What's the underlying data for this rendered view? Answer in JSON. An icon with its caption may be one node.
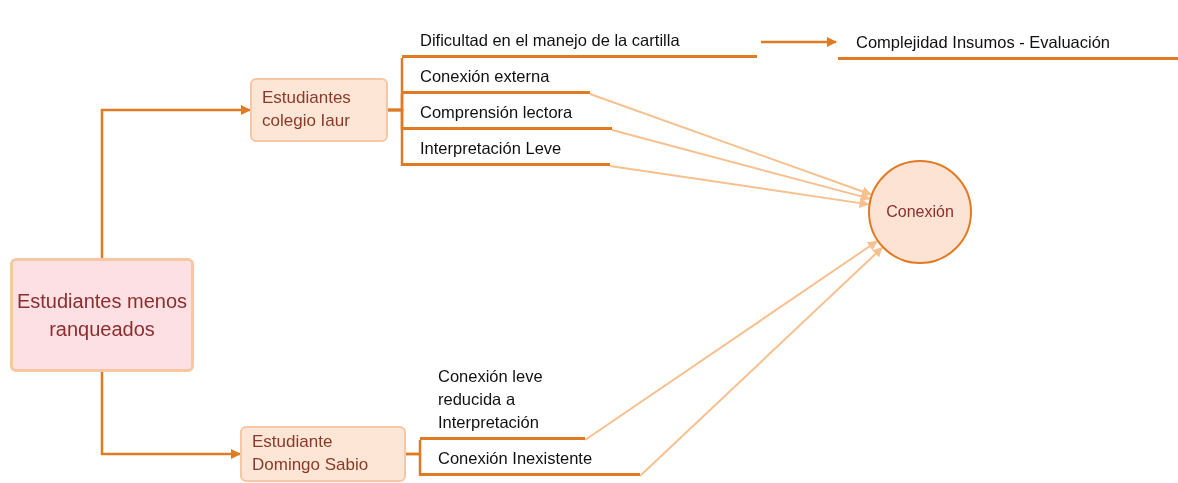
{
  "diagram": {
    "nodes": [
      {
        "text": [
          "Estudiantes menos ranqueados"
        ]
      },
      {
        "text": [
          "Estudiantes colegio Iaur"
        ]
      },
      {
        "text": [
          "Estudiante Domingo Sabio"
        ]
      },
      {
        "text": [
          "Dificultad en el manejo de la cartilla"
        ]
      },
      {
        "text": [
          "Conexión externa"
        ]
      },
      {
        "text": [
          "Comprensión lectora"
        ]
      },
      {
        "text": [
          "Interpretación Leve"
        ]
      },
      {
        "text": [
          "Complejidad Insumos - Evaluación"
        ]
      },
      {
        "text": [
          "Conexión"
        ]
      },
      {
        "text": [
          "Conexión leve reducida a Interpretación"
        ]
      },
      {
        "text": [
          "Conexión Inexistente"
        ]
      }
    ],
    "edges": [
      {
        "from": 0,
        "to": 1,
        "arrow": "to"
      },
      {
        "from": 0,
        "to": 2,
        "arrow": "to"
      },
      {
        "from": 1,
        "to": 3,
        "arrow": "none"
      },
      {
        "from": 1,
        "to": 4,
        "arrow": "none"
      },
      {
        "from": 1,
        "to": 5,
        "arrow": "none"
      },
      {
        "from": 1,
        "to": 6,
        "arrow": "none"
      },
      {
        "from": 3,
        "to": 7,
        "arrow": "to"
      },
      {
        "from": 4,
        "to": 8,
        "arrow": "to",
        "color": "#f7c08f"
      },
      {
        "from": 5,
        "to": 8,
        "arrow": "to",
        "color": "#f7c08f"
      },
      {
        "from": 6,
        "to": 8,
        "arrow": "to",
        "color": "#f7c08f"
      },
      {
        "from": 2,
        "to": 9,
        "arrow": "none"
      },
      {
        "from": 2,
        "to": 10,
        "arrow": "none"
      },
      {
        "from": 9,
        "to": 8,
        "arrow": "to",
        "color": "#f7c08f"
      },
      {
        "from": 10,
        "to": 8,
        "arrow": "to",
        "color": "#f7c08f"
      }
    ]
  }
}
